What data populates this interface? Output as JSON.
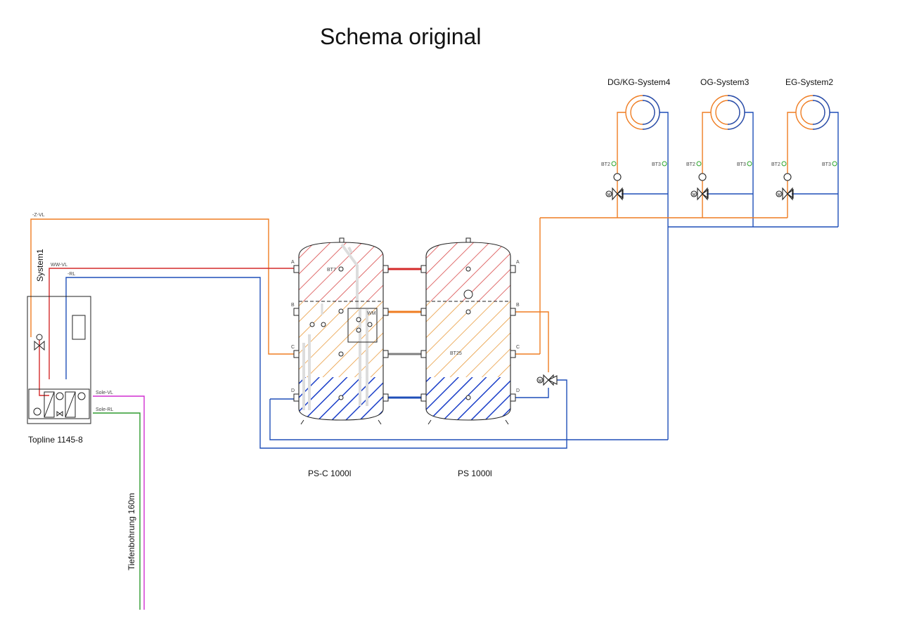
{
  "title": "Schema original",
  "colors": {
    "hot": "#d42a2a",
    "warm": "#ef7d22",
    "cold": "#1f4fb8",
    "brine_supply": "#d12fd1",
    "brine_return": "#2e9a2e",
    "gray": "#808080",
    "sensor": "#2aa52a",
    "hatch_hot": "#d84848",
    "hatch_warm": "#e99a3c",
    "hatch_cold": "#1a3ec8"
  },
  "systems": {
    "s4": "DG/KG-System4",
    "s3": "OG-System3",
    "s2": "EG-System2",
    "s1": "System1"
  },
  "sensors": {
    "bt2": "BT2",
    "bt3": "BT3"
  },
  "pipes": {
    "z_vl": "-Z-VL",
    "ww_vl": "WW-VL",
    "rl": "-RL",
    "sole_vl": "Sole-VL",
    "sole_rl": "Sole-RL"
  },
  "tanks": {
    "psc_name": "PS-C 1000l",
    "ps_name": "PS 1000l",
    "port_a": "A",
    "port_b": "B",
    "port_c": "C",
    "port_d": "D",
    "bt7": "BT7",
    "bt25": "BT25",
    "wm": "WM"
  },
  "heat_pump": {
    "name": "Topline 1145-8"
  },
  "borehole": {
    "label": "Tiefenbohrung 160m"
  },
  "valve_letter": "M"
}
